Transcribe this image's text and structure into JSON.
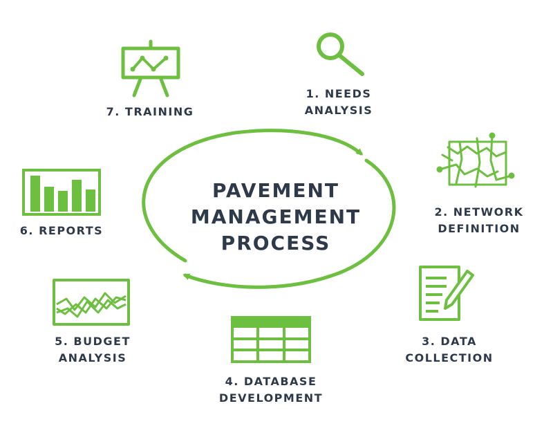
{
  "title": {
    "line1": "PAVEMENT",
    "line2": "MANAGEMENT",
    "line3": "PROCESS"
  },
  "steps": [
    {
      "lines": [
        "1. NEEDS",
        "ANALYSIS"
      ],
      "icon": "magnifier-icon"
    },
    {
      "lines": [
        "2. NETWORK",
        "DEFINITION"
      ],
      "icon": "road-map-icon"
    },
    {
      "lines": [
        "3. DATA",
        "COLLECTION"
      ],
      "icon": "clipboard-pencil-icon"
    },
    {
      "lines": [
        "4. DATABASE",
        "DEVELOPMENT"
      ],
      "icon": "table-grid-icon"
    },
    {
      "lines": [
        "5. BUDGET",
        "ANALYSIS"
      ],
      "icon": "line-graph-icon"
    },
    {
      "lines": [
        "6. REPORTS"
      ],
      "icon": "bar-chart-icon"
    },
    {
      "lines": [
        "7. TRAINING"
      ],
      "icon": "presentation-board-icon"
    }
  ],
  "colors": {
    "accent": "#6cbf3f",
    "text": "#2e3a4a",
    "background": "#ffffff"
  }
}
